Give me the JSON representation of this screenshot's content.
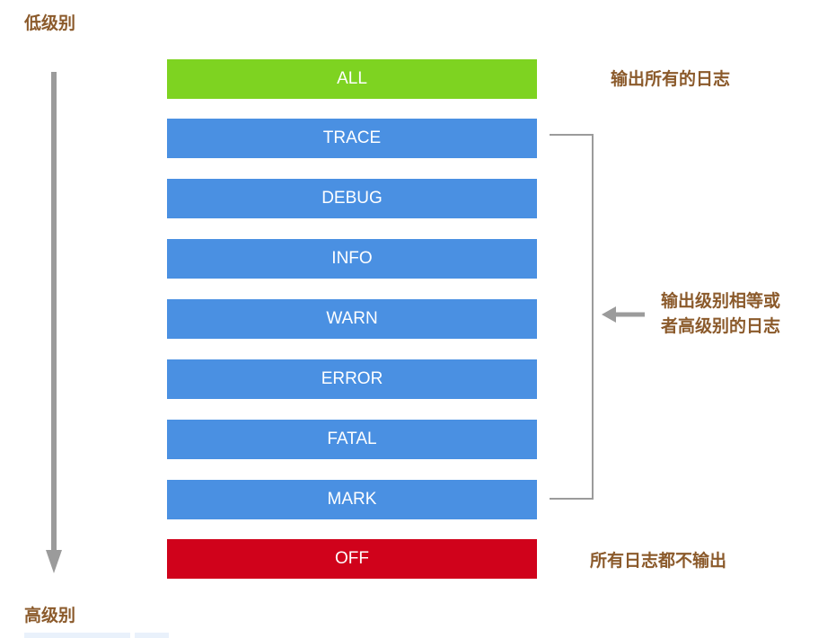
{
  "labels": {
    "low": "低级别",
    "high": "高级别"
  },
  "levels": [
    {
      "name": "ALL",
      "color": "#7ed321"
    },
    {
      "name": "TRACE",
      "color": "#4a90e2"
    },
    {
      "name": "DEBUG",
      "color": "#4a90e2"
    },
    {
      "name": "INFO",
      "color": "#4a90e2"
    },
    {
      "name": "WARN",
      "color": "#4a90e2"
    },
    {
      "name": "ERROR",
      "color": "#4a90e2"
    },
    {
      "name": "FATAL",
      "color": "#4a90e2"
    },
    {
      "name": "MARK",
      "color": "#4a90e2"
    },
    {
      "name": "OFF",
      "color": "#d0021b"
    }
  ],
  "notes": {
    "all": "输出所有的日志",
    "range_line1": "输出级别相等或",
    "range_line2": "者高级别的日志",
    "off": "所有日志都不输出"
  },
  "colors": {
    "annotation_text": "#8b5a2b",
    "arrow_gray": "#9b9b9b"
  }
}
